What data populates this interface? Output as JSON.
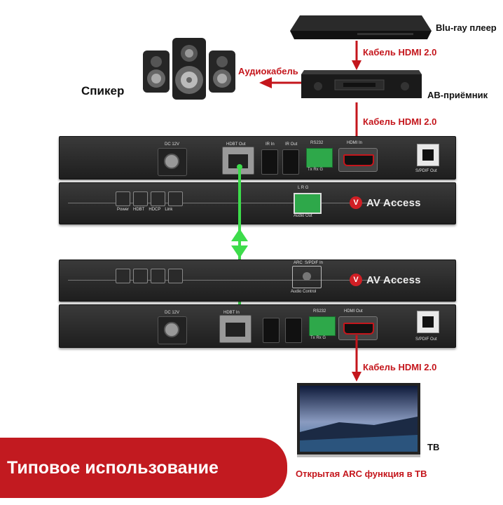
{
  "labels": {
    "bluray": "Blu-ray плеер",
    "hdmi_cable_1": "Кабель HDMI 2.0",
    "audio_cable": "Аудиокабель",
    "speaker": "Спикер",
    "av_receiver": "АВ-приёмник",
    "hdmi_cable_2": "Кабель HDMI 2.0",
    "hdmi_cable_3": "Кабель HDMI 2.0",
    "tv": "ТВ",
    "arc_note": "Открытая ARC функция в ТВ"
  },
  "banner": {
    "text": "Типовое использование"
  },
  "devices": {
    "brand": "AV Access",
    "dc": "DC 12V",
    "hdbt_out": "HDBT Out",
    "hdbt_in": "HDBT In",
    "ir_in": "IR In",
    "ir_out": "IR Out",
    "rs232": "RS232",
    "hdmi_in": "HDMI In",
    "hdmi_out": "HDMI Out",
    "audio_out": "Audio Out",
    "audio_control": "Audio Control",
    "spdif": "S/PDIF Out",
    "power": "Power",
    "hdbt": "HDBT",
    "hdcp": "HDCP",
    "link": "Link",
    "arc": "ARC",
    "spdif_sw": "S/PDIF In",
    "term_lr": "L  R  G",
    "term_txrx": "Tx Rx G"
  },
  "colors": {
    "red": "#c4161c",
    "green": "#3ddc4b",
    "device": "#262626"
  }
}
